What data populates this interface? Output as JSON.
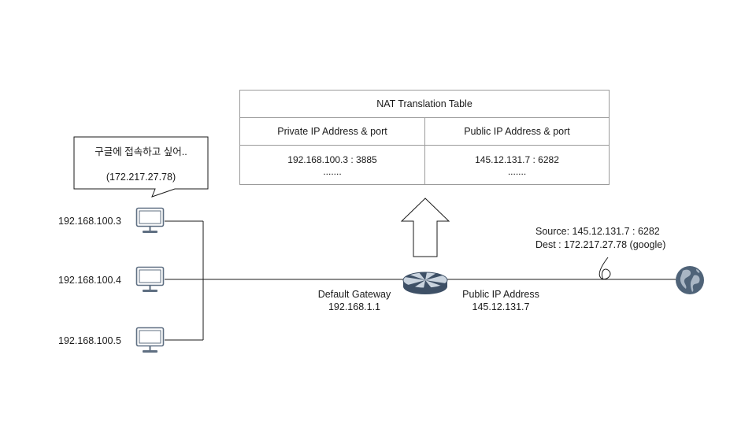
{
  "nat_table": {
    "title": "NAT Translation Table",
    "headers": {
      "private": "Private IP Address & port",
      "public": "Public IP Address & port"
    },
    "rows": {
      "private": "192.168.100.3  : 3885",
      "public": "145.12.131.7  : 6282",
      "private_more": ".......",
      "public_more": "......."
    }
  },
  "speech_bubble": {
    "line1": "구글에 접속하고 싶어..",
    "line2": "(172.217.27.78)"
  },
  "hosts": [
    {
      "ip": "192.168.100.3"
    },
    {
      "ip": "192.168.100.4"
    },
    {
      "ip": "192.168.100.5"
    }
  ],
  "gateway": {
    "label": "Default  Gateway",
    "ip": "192.168.1.1"
  },
  "public_ip": {
    "label": "Public IP Address",
    "ip": "145.12.131.7"
  },
  "packet_info": {
    "source": "Source:  145.12.131.7  : 6282",
    "dest": "Dest : 172.217.27.78  (google)"
  },
  "icons": {
    "computers": "desktop-computer-icon",
    "router": "router-icon",
    "internet": "globe-icon",
    "arrow": "up-arrow-icon",
    "link": "wire-squiggle-icon"
  },
  "colors": {
    "icon_stroke": "#5f6f82",
    "router_dark": "#3e5066",
    "router_light": "#c9d3de",
    "globe": "#4f6378",
    "line": "#1a1a1a"
  }
}
